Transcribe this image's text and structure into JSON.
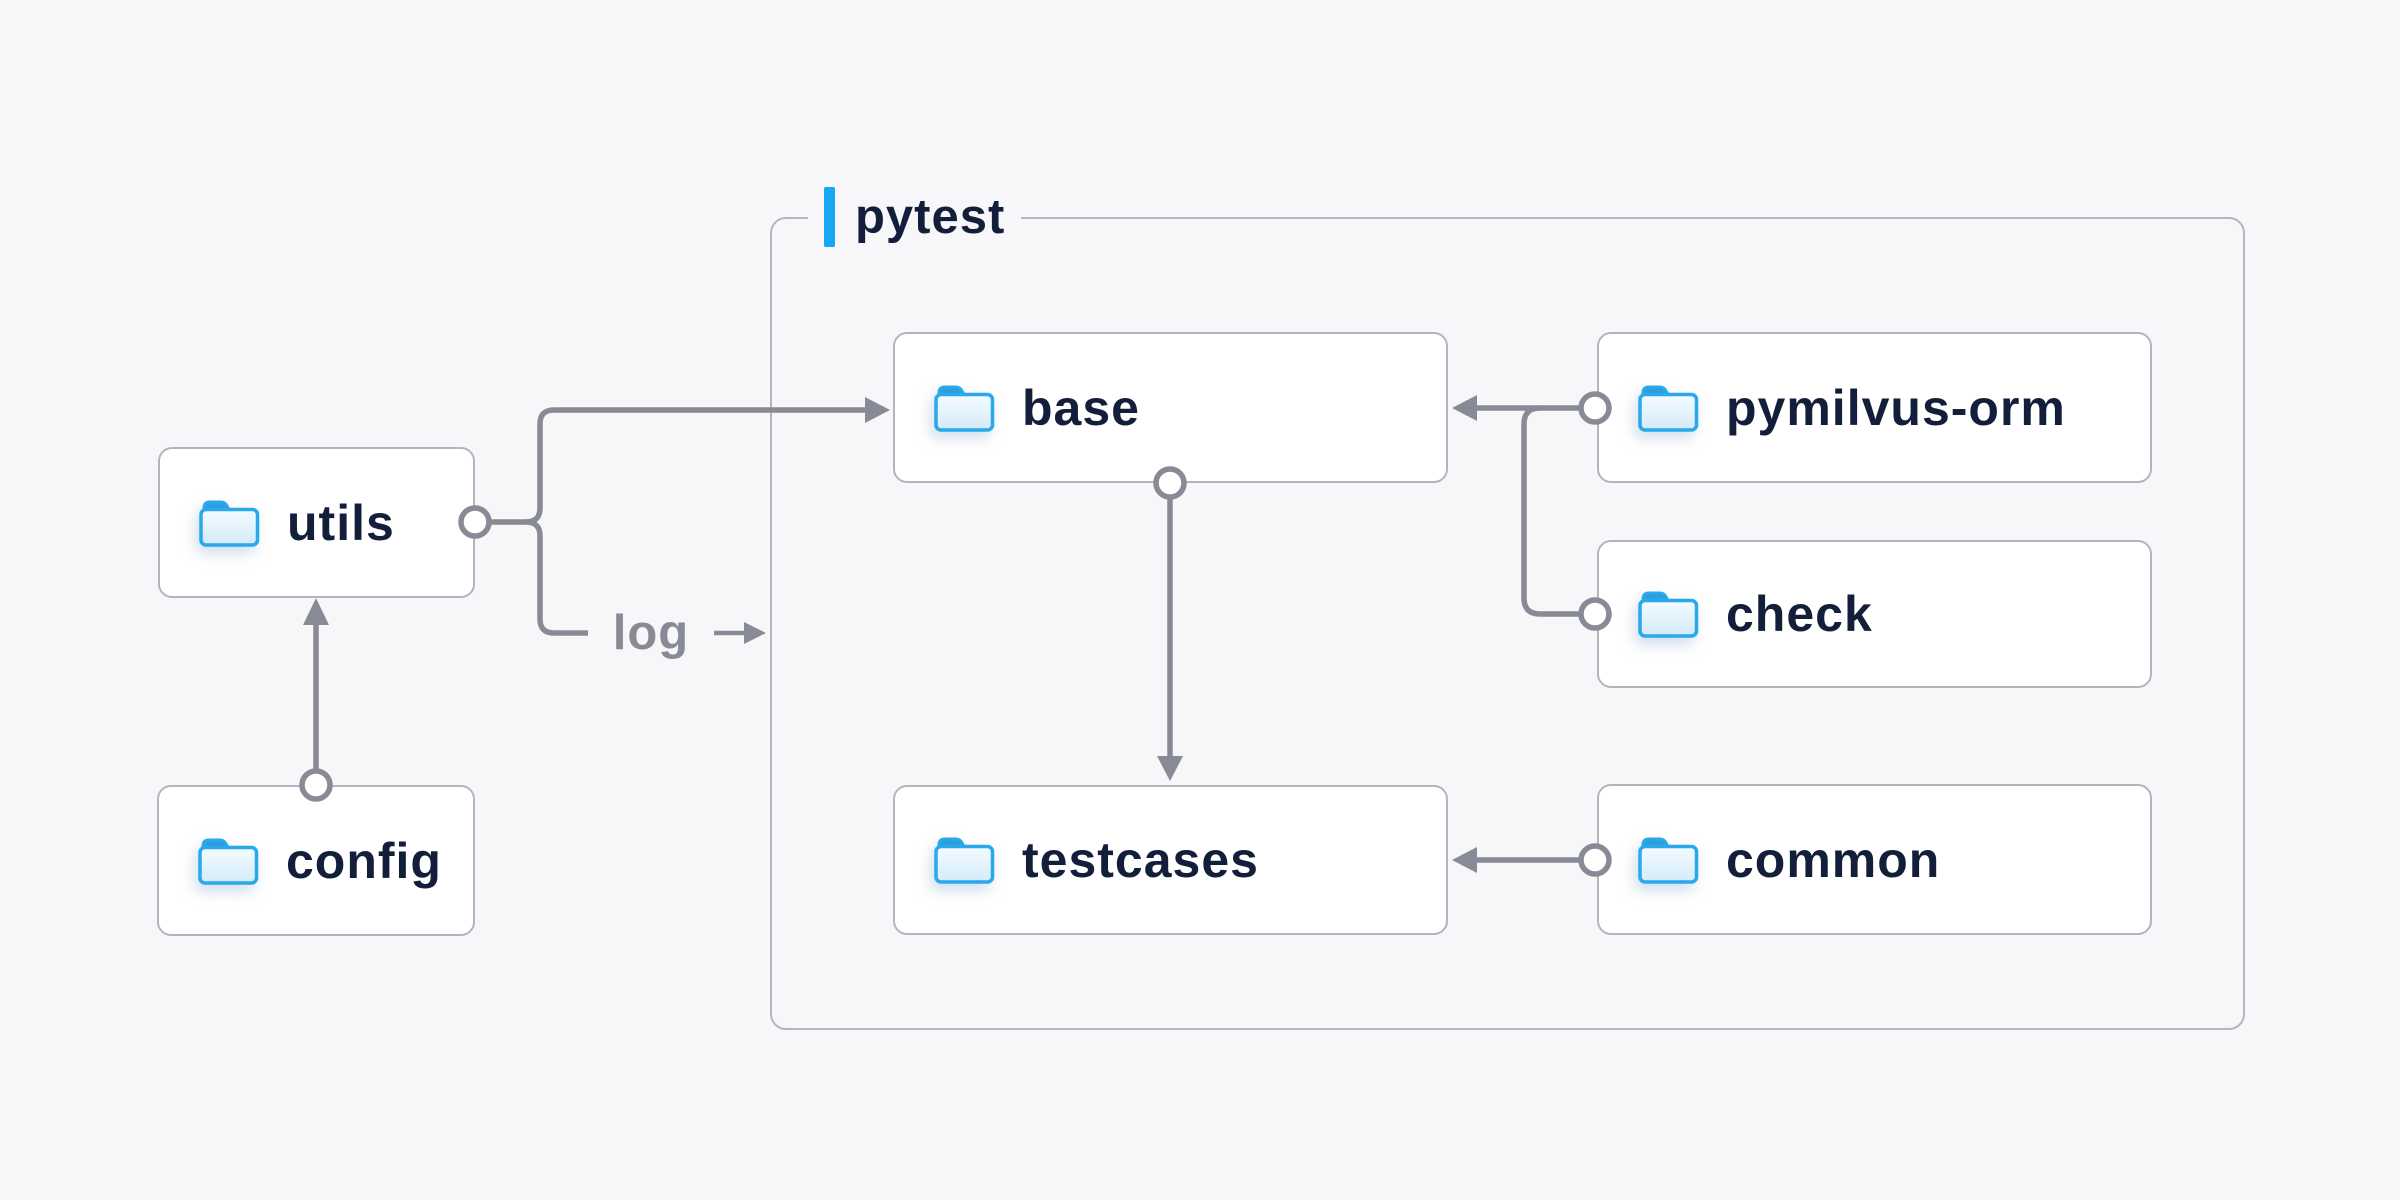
{
  "page": {
    "background": "#f7f7f9"
  },
  "container": {
    "label": "pytest"
  },
  "nodes": {
    "utils": {
      "label": "utils"
    },
    "config": {
      "label": "config"
    },
    "base": {
      "label": "base"
    },
    "pymilvus_orm": {
      "label": "pymilvus-orm"
    },
    "check": {
      "label": "check"
    },
    "testcases": {
      "label": "testcases"
    },
    "common": {
      "label": "common"
    }
  },
  "annotations": {
    "log": "log"
  },
  "edges": [
    {
      "from": "config",
      "to": "utils"
    },
    {
      "from": "utils",
      "to": "base"
    },
    {
      "from": "utils",
      "to": "log"
    },
    {
      "from": "pymilvus-orm",
      "to": "base"
    },
    {
      "from": "check",
      "to": "base"
    },
    {
      "from": "base",
      "to": "testcases"
    },
    {
      "from": "common",
      "to": "testcases"
    }
  ],
  "icons": {
    "node_icon": "folder-icon"
  },
  "colors": {
    "accent_blue": "#18a7f2",
    "folder_border_blue": "#29a8ec",
    "folder_tab_blue": "#2d9edd",
    "folder_body_light": "#e9f5fd",
    "text_dark_navy": "#131f3a",
    "connector_gray": "#888b96",
    "box_border_gray": "#b2b5c0",
    "container_border_gray": "#b4b7c2",
    "box_fill": "#ffffff",
    "page_background": "#f7f7f9"
  }
}
